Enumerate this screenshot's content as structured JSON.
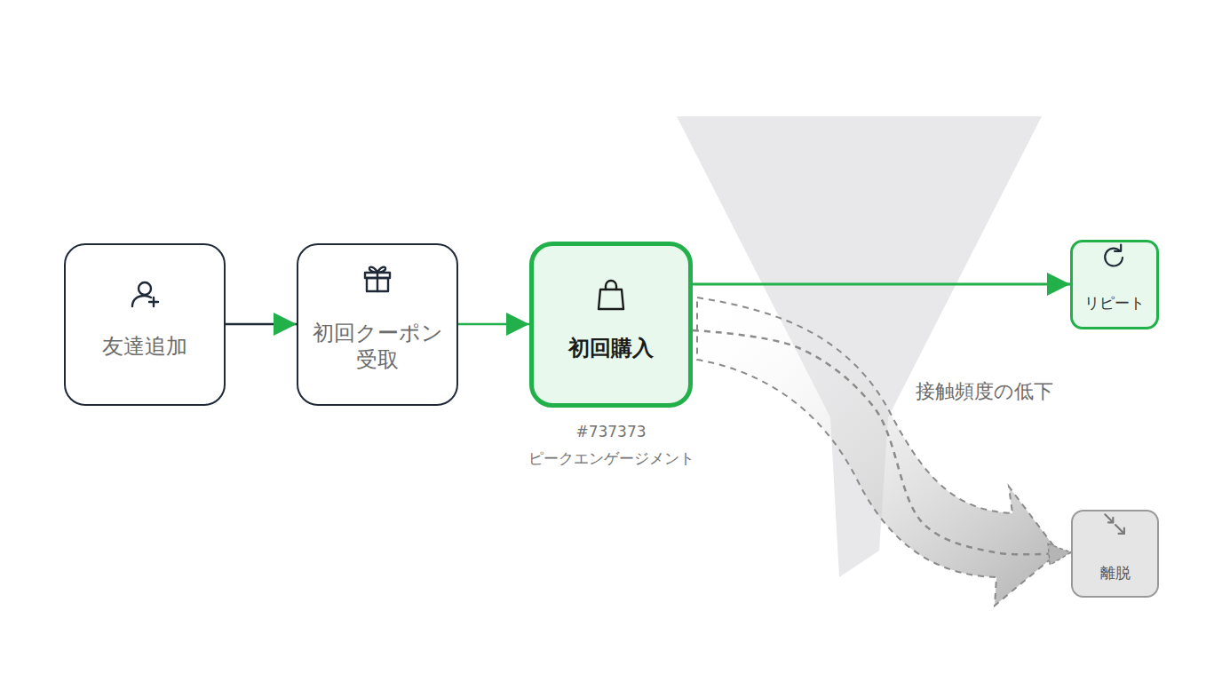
{
  "diagram": {
    "nodes": [
      {
        "text": [
          "友達追加"
        ]
      },
      {
        "text": [
          "初回クーポン 受取"
        ]
      },
      {
        "text": [
          "初回購入"
        ]
      },
      {
        "text": [
          "リピート"
        ]
      },
      {
        "text": [
          "離脱"
        ]
      }
    ],
    "edges": [
      {
        "from": 0,
        "to": 1,
        "arrow": "to"
      },
      {
        "from": 1,
        "to": 2,
        "arrow": "to"
      },
      {
        "from": 2,
        "to": 3,
        "arrow": "to"
      },
      {
        "from": 2,
        "to": 4,
        "arrow": "to",
        "label": "接触頻度の低下"
      }
    ],
    "labels": [
      "#737373",
      "ピークエンゲージメント"
    ]
  }
}
